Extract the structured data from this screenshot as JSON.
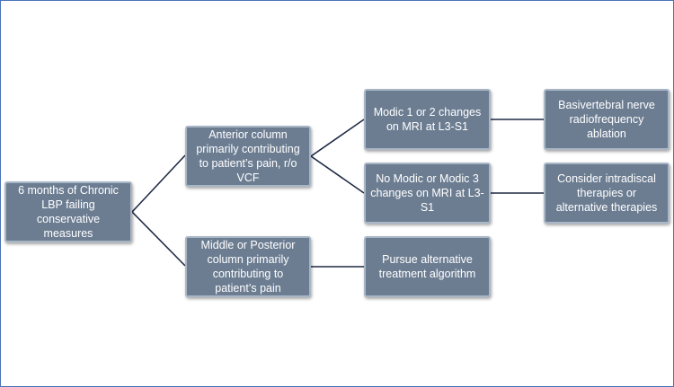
{
  "nodes": {
    "start": "6 months of Chronic LBP failing conservative measures",
    "anterior": "Anterior column primarily contributing to patient’s pain, r/o VCF",
    "posterior": "Middle or Posterior column primarily contributing to patient’s pain",
    "modic12": "Modic 1 or 2 changes on MRI at L3-S1",
    "nomodic": "No Modic or Modic 3 changes on MRI at L3-S1",
    "alternative": "Pursue alternative treatment algorithm",
    "bvn": "Basivertebral nerve radiofrequency ablation",
    "intradiscal": "Consider intradiscal therapies or alternative therapies"
  },
  "colors": {
    "box_fill": "#6c7d92",
    "box_border": "#a9b6c6",
    "connector": "#1f2a44",
    "frame": "#4a74b8"
  }
}
